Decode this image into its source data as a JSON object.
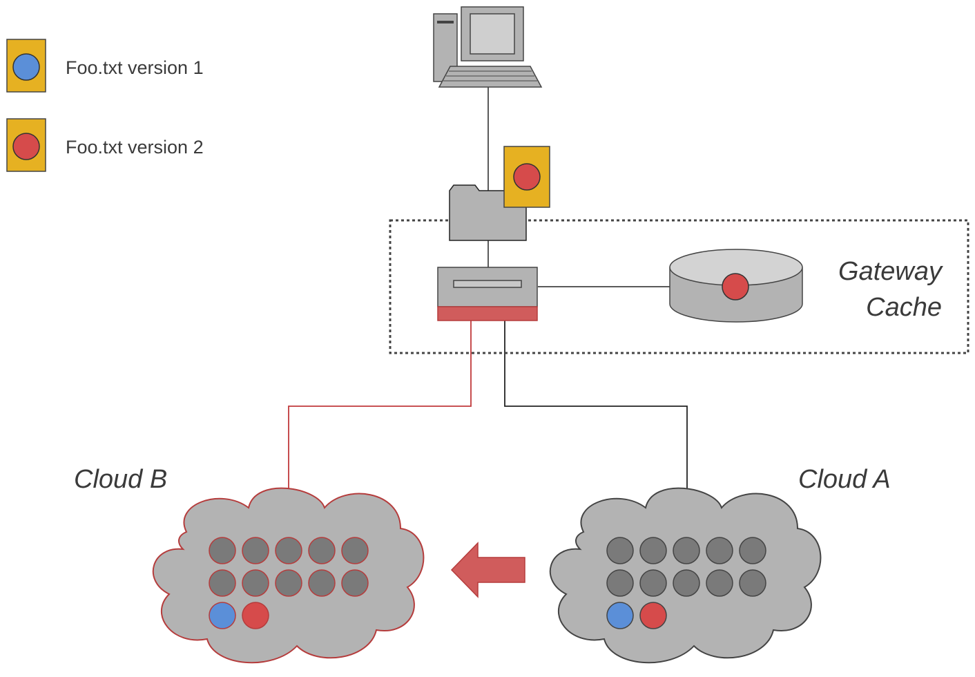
{
  "legend": [
    {
      "label": "Foo.txt version 1",
      "dot_color": "#5b8fd8"
    },
    {
      "label": "Foo.txt version 2",
      "dot_color": "#d64b4b"
    }
  ],
  "gateway_cache": {
    "line1": "Gateway",
    "line2": "Cache"
  },
  "cloud_b": {
    "label": "Cloud B"
  },
  "cloud_a": {
    "label": "Cloud A"
  },
  "colors": {
    "file_yellow": "#e6b122",
    "device_gray": "#b3b3b3",
    "object_gray": "#7a7a7a",
    "accent_red": "#d05c5c",
    "version1_blue": "#5b8fd8",
    "version2_red": "#d64b4b"
  },
  "icons": [
    "computer-icon",
    "folder-icon",
    "file-icon",
    "gateway-server-icon",
    "disk-cache-icon",
    "cloud-icon",
    "migration-arrow-icon"
  ]
}
